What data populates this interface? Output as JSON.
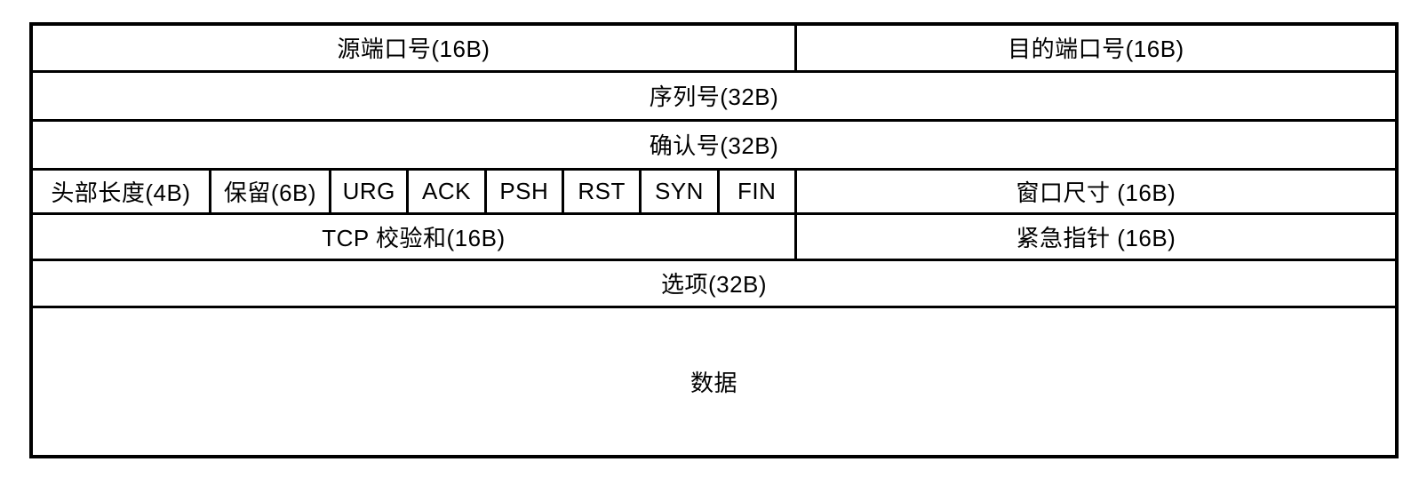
{
  "colors": {
    "background": "#ffffff",
    "border": "#000000",
    "text": "#000000"
  },
  "diagram": {
    "name": "tcp-header-structure",
    "fields": {
      "source_port": "源端口号(16B)",
      "dest_port": "目的端口号(16B)",
      "sequence_number": "序列号(32B)",
      "ack_number": "确认号(32B)",
      "header_length": "头部长度(4B)",
      "reserved": "保留(6B)",
      "flags": [
        "URG",
        "ACK",
        "PSH",
        "RST",
        "SYN",
        "FIN"
      ],
      "window_size": "窗口尺寸 (16B)",
      "checksum": "TCP 校验和(16B)",
      "urgent_pointer": "紧急指针 (16B)",
      "options": "选项(32B)",
      "data": "数据"
    }
  }
}
